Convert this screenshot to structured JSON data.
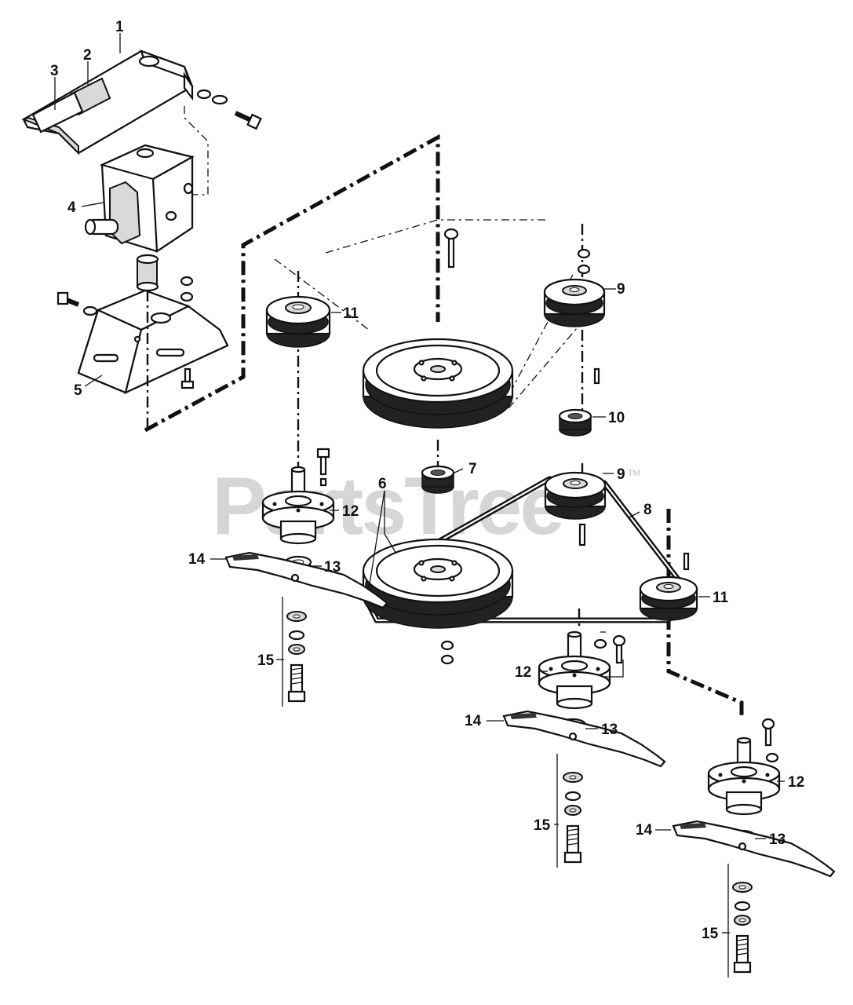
{
  "watermark": {
    "text": "PartsTree",
    "mark": "TM"
  },
  "callouts": {
    "c1": "1",
    "c2": "2",
    "c3": "3",
    "c4": "4",
    "c5": "5",
    "c6": "6",
    "c7": "7",
    "c8": "8",
    "c9a": "9",
    "c9b": "9",
    "c10": "10",
    "c11a": "11",
    "c11b": "11",
    "c12a": "12",
    "c12b": "12",
    "c12c": "12",
    "c13a": "13",
    "c13b": "13",
    "c13c": "13",
    "c14a": "14",
    "c14b": "14",
    "c14c": "14",
    "c15a": "15",
    "c15b": "15",
    "c15c": "15"
  },
  "icons": {
    "gearbox": "gearbox-icon",
    "pulley": "pulley-icon",
    "belt": "v-belt-icon",
    "spindle": "spindle-icon",
    "blade": "blade-icon",
    "bolt": "bolt-icon"
  }
}
